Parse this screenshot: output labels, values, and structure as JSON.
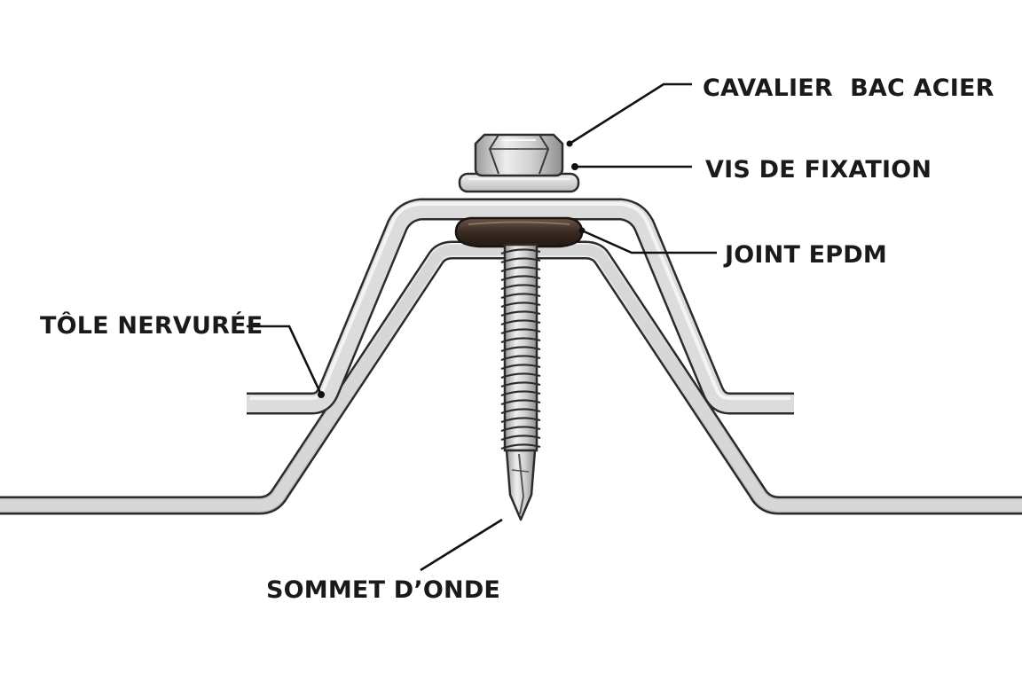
{
  "labels": {
    "cavalier": "CAVALIER  BAC ACIER",
    "vis": "VIS DE FIXATION",
    "joint": "JOINT EPDM",
    "tole": "TÔLE NERVURÉE",
    "sommet": "SOMMET D’ONDE"
  },
  "colors": {
    "steel": "#d9d9d9",
    "steel_light": "#efefef",
    "outline": "#2b2b2b",
    "epdm": "#3a2a22",
    "leader": "#111111",
    "text": "#1a1a1a"
  }
}
